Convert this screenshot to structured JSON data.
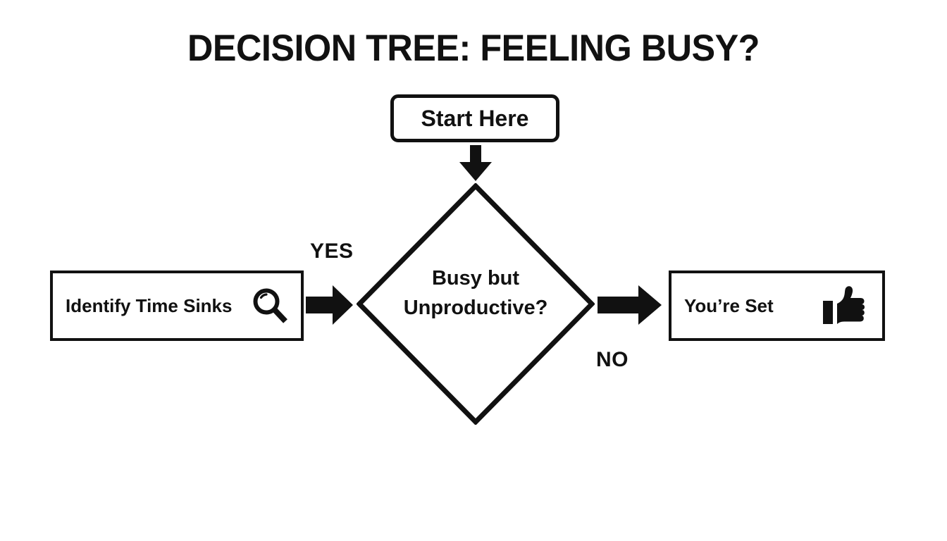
{
  "diagram": {
    "title": "DECISION TREE: FEELING BUSY?",
    "type": "flowchart",
    "background_color": "#ffffff",
    "stroke_color": "#111111",
    "nodes": {
      "start": {
        "label": "Start Here",
        "shape": "rounded-rectangle"
      },
      "decision": {
        "label_line1": "Busy but",
        "label_line2": "Unproductive?",
        "shape": "diamond"
      },
      "yes_outcome": {
        "label": "Identify Time Sinks",
        "shape": "rectangle",
        "icon": "magnifying-glass-icon"
      },
      "no_outcome": {
        "label": "You’re Set",
        "shape": "rectangle",
        "icon": "thumbs-up-icon"
      }
    },
    "edges": {
      "start_to_decision": {
        "label": "",
        "icon": "arrow-down-icon"
      },
      "decision_to_yes": {
        "label": "YES",
        "icon": "arrow-right-icon"
      },
      "decision_to_no": {
        "label": "NO",
        "icon": "arrow-right-icon"
      }
    }
  }
}
